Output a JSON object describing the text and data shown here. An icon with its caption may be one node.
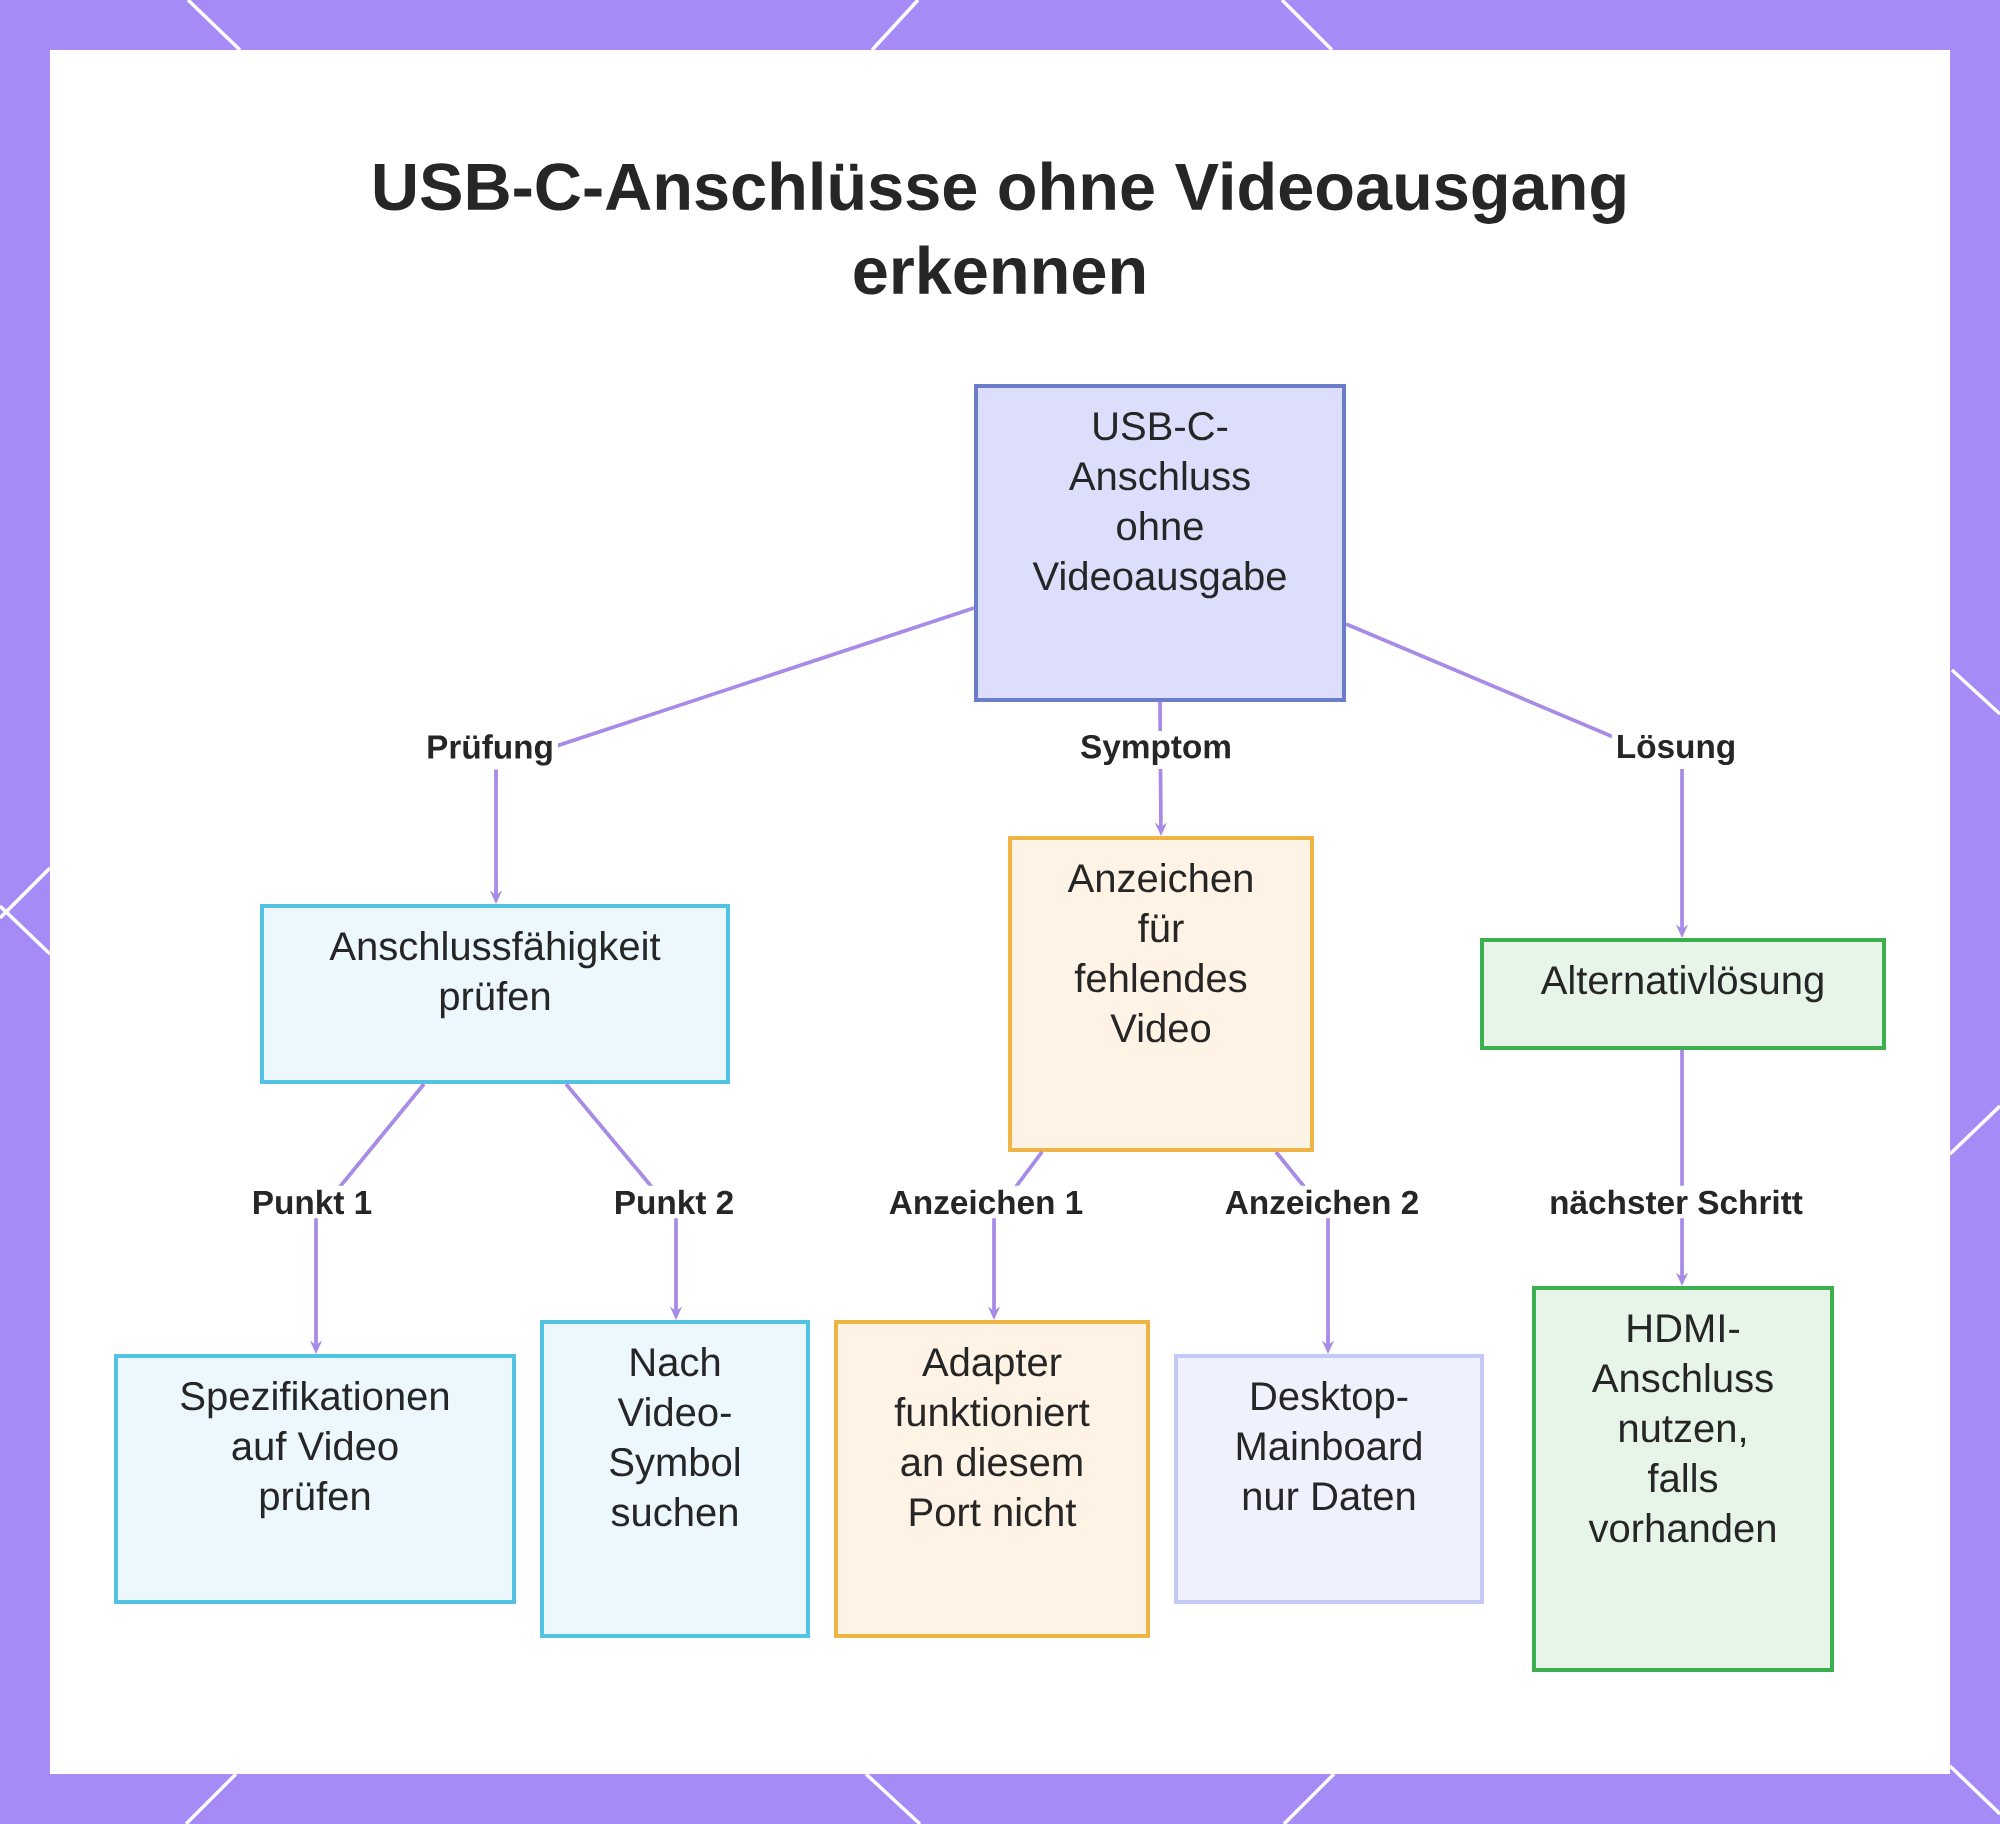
{
  "diagram": {
    "title": "USB-C-Anschlüsse ohne Videoausgang erkennen",
    "nodes": [
      {
        "text": [
          "USB-C- Anschluss ohne Videoausgabe"
        ]
      },
      {
        "text": [
          "Anschlussfähigkeit prüfen"
        ]
      },
      {
        "text": [
          "Anzeichen für fehlendes Video"
        ]
      },
      {
        "text": [
          "Alternativlösung"
        ]
      },
      {
        "text": [
          "Spezifikationen auf Video prüfen"
        ]
      },
      {
        "text": [
          "Nach Video- Symbol suchen"
        ]
      },
      {
        "text": [
          "Adapter funktioniert an diesem Port nicht"
        ]
      },
      {
        "text": [
          "Desktop- Mainboard nur Daten"
        ]
      },
      {
        "text": [
          "HDMI- Anschluss nutzen, falls vorhanden"
        ]
      }
    ],
    "edges": [
      {
        "from": 0,
        "to": 1,
        "arrow": "to",
        "label": "Prüfung"
      },
      {
        "from": 0,
        "to": 2,
        "arrow": "to",
        "label": "Symptom"
      },
      {
        "from": 0,
        "to": 3,
        "arrow": "to",
        "label": "Lösung"
      },
      {
        "from": 1,
        "to": 4,
        "arrow": "to",
        "label": "Punkt 1"
      },
      {
        "from": 1,
        "to": 5,
        "arrow": "to",
        "label": "Punkt 2"
      },
      {
        "from": 2,
        "to": 6,
        "arrow": "to",
        "label": "Anzeichen 1"
      },
      {
        "from": 2,
        "to": 7,
        "arrow": "to",
        "label": "Anzeichen 2"
      },
      {
        "from": 3,
        "to": 8,
        "arrow": "to",
        "label": "nächster Schritt"
      }
    ]
  }
}
